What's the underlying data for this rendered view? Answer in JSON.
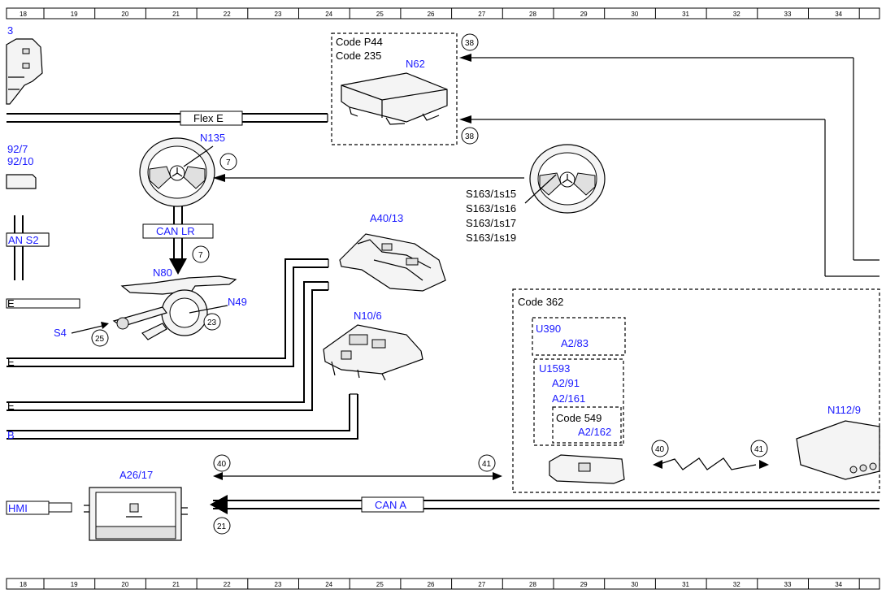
{
  "ruler": {
    "top_numbers": [
      "18",
      "19",
      "20",
      "21",
      "22",
      "23",
      "24",
      "25",
      "26",
      "27",
      "28",
      "29",
      "30",
      "31",
      "32",
      "33",
      "34"
    ],
    "bottom_numbers": [
      "18",
      "19",
      "20",
      "21",
      "22",
      "23",
      "24",
      "25",
      "26",
      "27",
      "28",
      "29",
      "30",
      "31",
      "32",
      "33",
      "34"
    ]
  },
  "labels": {
    "partial_3": "3",
    "code_p44": "Code P44",
    "code_235": "Code 235",
    "n62": "N62",
    "flex_e": "Flex E",
    "partial_92_7": "92/7",
    "partial_92_10": "92/10",
    "n135": "N135",
    "s163_1s15": "S163/1s15",
    "s163_1s16": "S163/1s16",
    "s163_1s17": "S163/1s17",
    "s163_1s19": "S163/1s19",
    "a40_13": "A40/13",
    "can_lr": "CAN LR",
    "partial_an_s2": "AN S2",
    "n80": "N80",
    "n49": "N49",
    "s4": "S4",
    "n10_6": "N10/6",
    "code_362": "Code 362",
    "u390": "U390",
    "a2_83": "A2/83",
    "u1593": "U1593",
    "a2_91": "A2/91",
    "a2_161": "A2/161",
    "code_549": "Code 549",
    "a2_162": "A2/162",
    "n112_9": "N112/9",
    "a26_17": "A26/17",
    "hmi": "HMI",
    "can_a": "CAN A",
    "partial_e1": "E",
    "partial_e2": "E",
    "partial_e3": "E",
    "partial_b": "B"
  },
  "circles": {
    "c38_top": "38",
    "c38_bottom": "38",
    "c7_steer": "7",
    "c7_arrow": "7",
    "c23": "23",
    "c25": "25",
    "c40_left": "40",
    "c41_left": "41",
    "c40_right": "40",
    "c41_right": "41",
    "c21": "21"
  }
}
